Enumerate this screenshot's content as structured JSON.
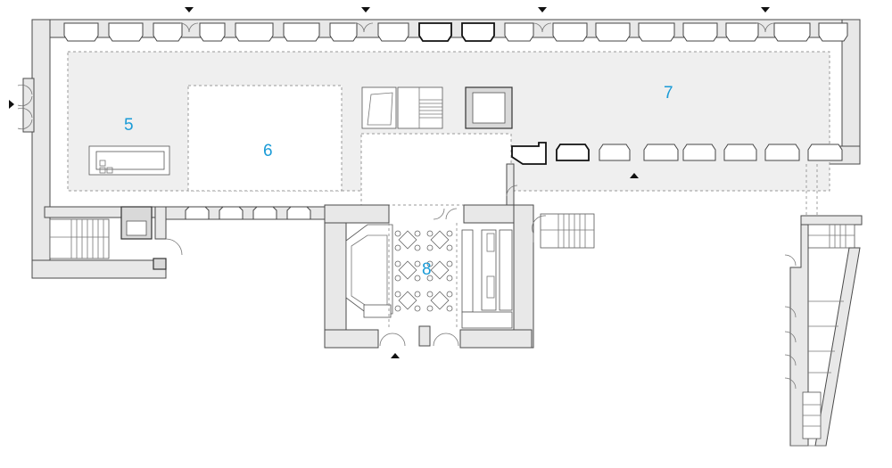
{
  "room_labels": [
    "5",
    "6",
    "7",
    "8"
  ],
  "colors": {
    "label": "#1a9bd7",
    "wall": "#e8e8e8",
    "zone": "#efefef",
    "line": "#4a4a4a"
  }
}
